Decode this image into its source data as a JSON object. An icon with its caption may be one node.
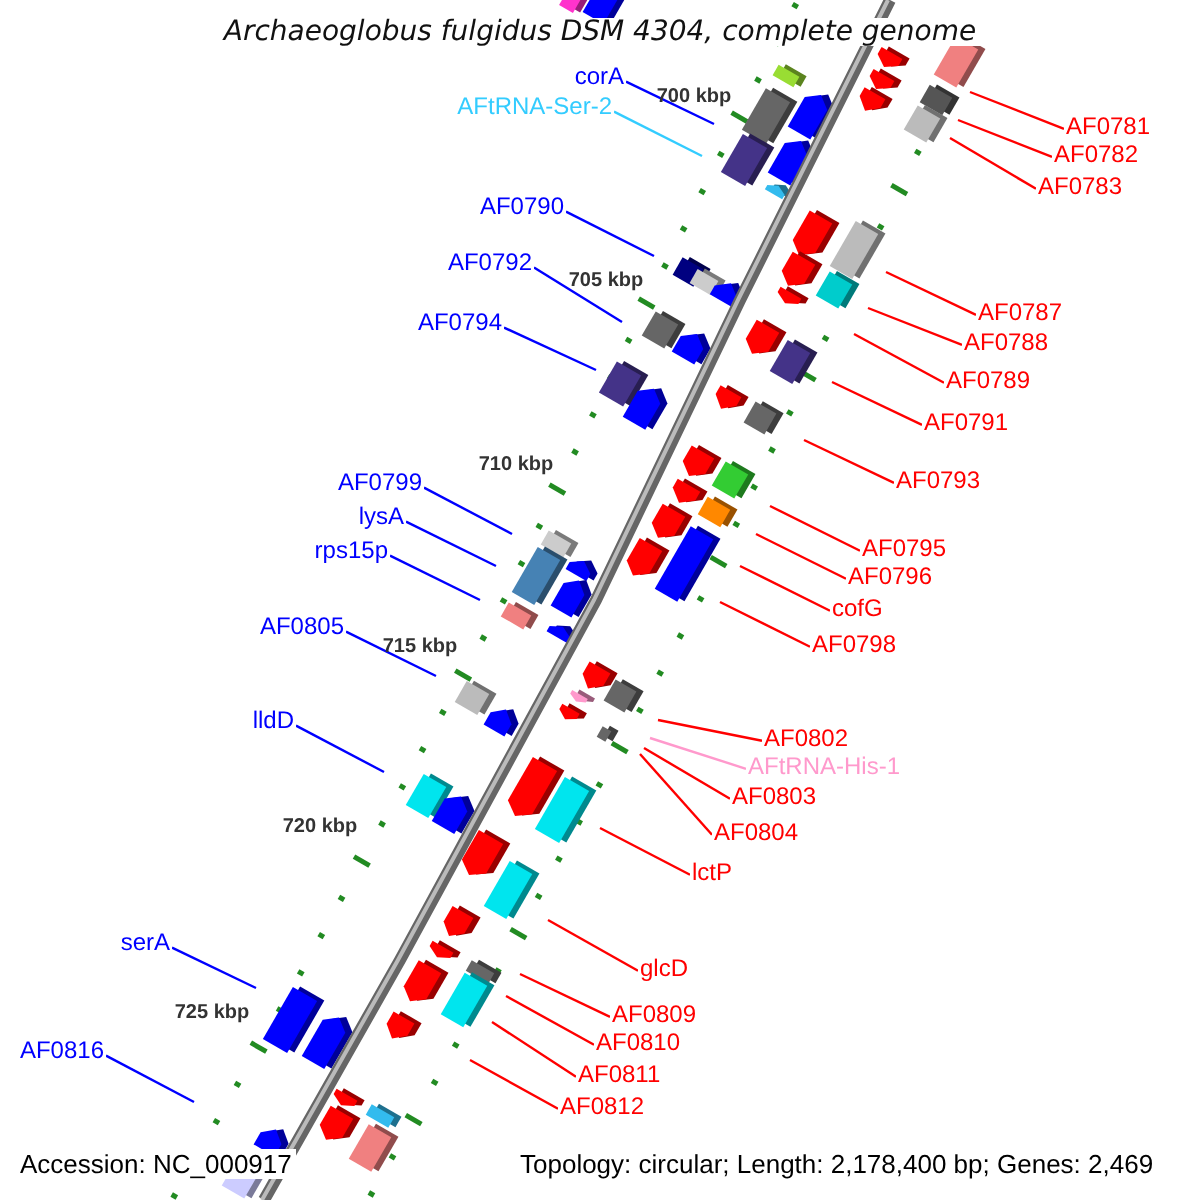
{
  "diagram": {
    "title": "Archaeoglobus fulgidus DSM 4304, complete genome",
    "nodes": [
      {
        "text": [
          "corA"
        ]
      },
      {
        "text": [
          "AFtRNA-Ser-2"
        ]
      },
      {
        "text": [
          "AF0790"
        ]
      },
      {
        "text": [
          "AF0792"
        ]
      },
      {
        "text": [
          "AF0794"
        ]
      },
      {
        "text": [
          "AF0799"
        ]
      },
      {
        "text": [
          "lysA"
        ]
      },
      {
        "text": [
          "rps15p"
        ]
      },
      {
        "text": [
          "AF0805"
        ]
      },
      {
        "text": [
          "lldD"
        ]
      },
      {
        "text": [
          "serA"
        ]
      },
      {
        "text": [
          "AF0816"
        ]
      },
      {
        "text": [
          "AF0781"
        ]
      },
      {
        "text": [
          "AF0782"
        ]
      },
      {
        "text": [
          "AF0783"
        ]
      },
      {
        "text": [
          "AF0787"
        ]
      },
      {
        "text": [
          "AF0788"
        ]
      },
      {
        "text": [
          "AF0789"
        ]
      },
      {
        "text": [
          "AF0791"
        ]
      },
      {
        "text": [
          "AF0793"
        ]
      },
      {
        "text": [
          "AF0795"
        ]
      },
      {
        "text": [
          "AF0796"
        ]
      },
      {
        "text": [
          "cofG"
        ]
      },
      {
        "text": [
          "AF0798"
        ]
      },
      {
        "text": [
          "AF0802"
        ]
      },
      {
        "text": [
          "AFtRNA-His-1"
        ]
      },
      {
        "text": [
          "AF0803"
        ]
      },
      {
        "text": [
          "AF0804"
        ]
      },
      {
        "text": [
          "lctP"
        ]
      },
      {
        "text": [
          "glcD"
        ]
      },
      {
        "text": [
          "AF0809"
        ]
      },
      {
        "text": [
          "AF0810"
        ]
      },
      {
        "text": [
          "AF0811"
        ]
      },
      {
        "text": [
          "AF0812"
        ]
      }
    ],
    "edges": [
      {
        "from": 0,
        "to": null,
        "arrow": "none",
        "color": "#0000ff"
      },
      {
        "from": 1,
        "to": null,
        "arrow": "none",
        "color": "#33ccff"
      },
      {
        "from": 2,
        "to": null,
        "arrow": "none",
        "color": "#0000ff"
      },
      {
        "from": 3,
        "to": null,
        "arrow": "none",
        "color": "#0000ff"
      },
      {
        "from": 4,
        "to": null,
        "arrow": "none",
        "color": "#0000ff"
      },
      {
        "from": 5,
        "to": null,
        "arrow": "none",
        "color": "#0000ff"
      },
      {
        "from": 6,
        "to": null,
        "arrow": "none",
        "color": "#0000ff"
      },
      {
        "from": 7,
        "to": null,
        "arrow": "none",
        "color": "#0000ff"
      },
      {
        "from": 8,
        "to": null,
        "arrow": "none",
        "color": "#0000ff"
      },
      {
        "from": 9,
        "to": null,
        "arrow": "none",
        "color": "#0000ff"
      },
      {
        "from": 10,
        "to": null,
        "arrow": "none",
        "color": "#0000ff"
      },
      {
        "from": 11,
        "to": null,
        "arrow": "none",
        "color": "#0000ff"
      },
      {
        "from": 12,
        "to": null,
        "arrow": "none"
      },
      {
        "from": 13,
        "to": null,
        "arrow": "none"
      },
      {
        "from": 14,
        "to": null,
        "arrow": "none"
      },
      {
        "from": 15,
        "to": null,
        "arrow": "none"
      },
      {
        "from": 16,
        "to": null,
        "arrow": "none"
      },
      {
        "from": 17,
        "to": null,
        "arrow": "none"
      },
      {
        "from": 18,
        "to": null,
        "arrow": "none"
      },
      {
        "from": 19,
        "to": null,
        "arrow": "none"
      },
      {
        "from": 20,
        "to": null,
        "arrow": "none"
      },
      {
        "from": 21,
        "to": null,
        "arrow": "none"
      },
      {
        "from": 22,
        "to": null,
        "arrow": "none"
      },
      {
        "from": 23,
        "to": null,
        "arrow": "none"
      },
      {
        "from": 24,
        "to": null,
        "arrow": "none"
      },
      {
        "from": 25,
        "to": null,
        "arrow": "none",
        "color": "#ff99cc"
      },
      {
        "from": 26,
        "to": null,
        "arrow": "none"
      },
      {
        "from": 27,
        "to": null,
        "arrow": "none"
      },
      {
        "from": 28,
        "to": null,
        "arrow": "none"
      },
      {
        "from": 29,
        "to": null,
        "arrow": "none"
      },
      {
        "from": 30,
        "to": null,
        "arrow": "none"
      },
      {
        "from": 31,
        "to": null,
        "arrow": "none"
      },
      {
        "from": 32,
        "to": null,
        "arrow": "none"
      },
      {
        "from": 33,
        "to": null,
        "arrow": "none"
      }
    ],
    "labels": [
      "700 kbp",
      "705 kbp",
      "710 kbp",
      "715 kbp",
      "720 kbp",
      "725 kbp",
      "Accession: NC_000917",
      "Topology: circular; Length: 2,178,400 bp; Genes: 2,469"
    ]
  }
}
